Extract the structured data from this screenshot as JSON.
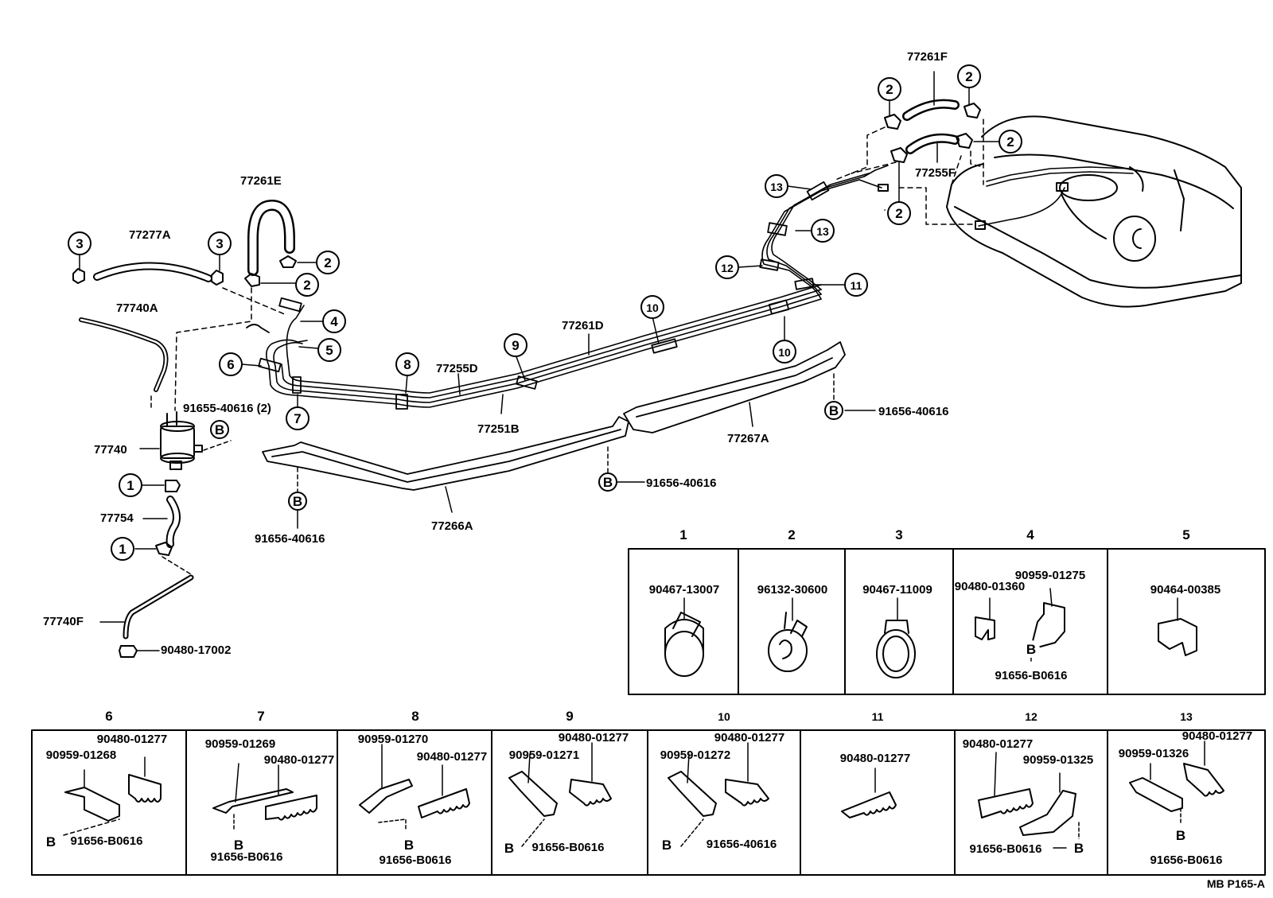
{
  "title_code": "MB  P165-A",
  "ink_color": "#000000",
  "paper_color": "#ffffff",
  "callouts": [
    {
      "id": "c1a",
      "label": "3"
    },
    {
      "id": "c1b",
      "label": "3"
    },
    {
      "id": "c2a",
      "label": "2"
    },
    {
      "id": "c2b",
      "label": "2"
    },
    {
      "id": "c4",
      "label": "4"
    },
    {
      "id": "c5",
      "label": "5"
    },
    {
      "id": "c6",
      "label": "6"
    },
    {
      "id": "c7",
      "label": "7"
    },
    {
      "id": "c8",
      "label": "8"
    },
    {
      "id": "c9",
      "label": "9"
    },
    {
      "id": "c10a",
      "label": "10"
    },
    {
      "id": "c10b",
      "label": "10"
    },
    {
      "id": "c11",
      "label": "11"
    },
    {
      "id": "c12",
      "label": "12"
    },
    {
      "id": "c13a",
      "label": "13"
    },
    {
      "id": "c13b",
      "label": "13"
    },
    {
      "id": "c2c",
      "label": "2"
    },
    {
      "id": "c2d",
      "label": "2"
    },
    {
      "id": "c2e",
      "label": "2"
    },
    {
      "id": "c2f",
      "label": "2"
    },
    {
      "id": "c1c",
      "label": "1"
    },
    {
      "id": "c1d",
      "label": "1"
    }
  ],
  "bolt_symbols": [
    {
      "id": "b1",
      "label": "B"
    },
    {
      "id": "b2",
      "label": "B"
    },
    {
      "id": "b3",
      "label": "B"
    },
    {
      "id": "b4",
      "label": "B"
    }
  ],
  "part_labels": [
    {
      "id": "p77277A",
      "text": "77277A"
    },
    {
      "id": "p77261E",
      "text": "77261E"
    },
    {
      "id": "p77740A",
      "text": "77740A"
    },
    {
      "id": "p91655",
      "text": "91655-40616 (2)"
    },
    {
      "id": "p77740",
      "text": "77740"
    },
    {
      "id": "p77754",
      "text": "77754"
    },
    {
      "id": "p77740F",
      "text": "77740F"
    },
    {
      "id": "p90480_17002",
      "text": "90480-17002"
    },
    {
      "id": "p77255D",
      "text": "77255D"
    },
    {
      "id": "p77251B",
      "text": "77251B"
    },
    {
      "id": "p77261D",
      "text": "77261D"
    },
    {
      "id": "p77261F",
      "text": "77261F"
    },
    {
      "id": "p77255F",
      "text": "77255F"
    },
    {
      "id": "p77267A",
      "text": "77267A"
    },
    {
      "id": "p77266A",
      "text": "77266A"
    },
    {
      "id": "p91656_a",
      "text": "91656-40616"
    },
    {
      "id": "p91656_b",
      "text": "91656-40616"
    },
    {
      "id": "p91656_c",
      "text": "91656-40616"
    }
  ],
  "detail_row_1": [
    {
      "num": "1",
      "parts": [
        "90467-13007"
      ]
    },
    {
      "num": "2",
      "parts": [
        "96132-30600"
      ]
    },
    {
      "num": "3",
      "parts": [
        "90467-11009"
      ]
    },
    {
      "num": "4",
      "parts": [
        "90959-01275",
        "90480-01360",
        "91656-B0616"
      ]
    },
    {
      "num": "5",
      "parts": [
        "90464-00385"
      ]
    }
  ],
  "detail_row_2": [
    {
      "num": "6",
      "parts": [
        "90480-01277",
        "90959-01268",
        "91656-B0616"
      ]
    },
    {
      "num": "7",
      "parts": [
        "90959-01269",
        "90480-01277",
        "91656-B0616"
      ]
    },
    {
      "num": "8",
      "parts": [
        "90959-01270",
        "90480-01277",
        "91656-B0616"
      ]
    },
    {
      "num": "9",
      "parts": [
        "90480-01277",
        "90959-01271",
        "91656-B0616"
      ]
    },
    {
      "num": "10",
      "parts": [
        "90480-01277",
        "90959-01272",
        "91656-40616"
      ]
    },
    {
      "num": "11",
      "parts": [
        "90480-01277"
      ]
    },
    {
      "num": "12",
      "parts": [
        "90480-01277",
        "90959-01325",
        "91656-B0616"
      ]
    },
    {
      "num": "13",
      "parts": [
        "90480-01277",
        "90959-01326",
        "91656-B0616"
      ]
    }
  ]
}
